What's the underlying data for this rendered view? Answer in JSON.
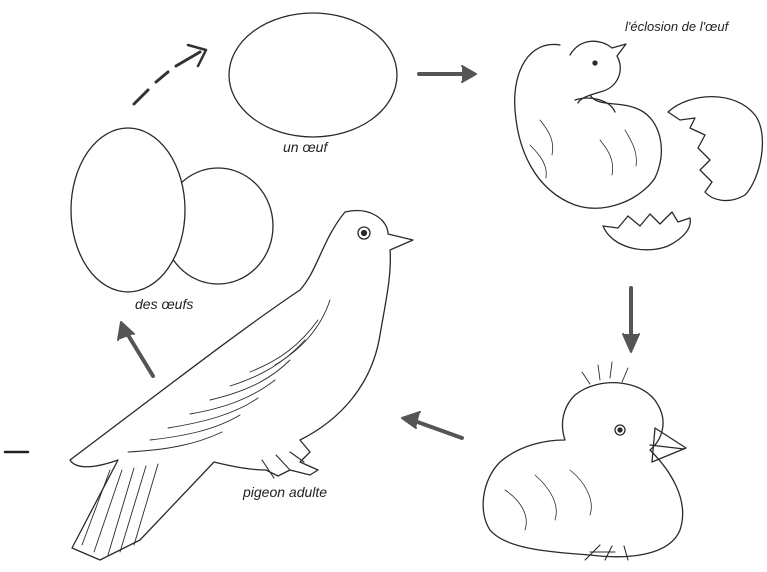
{
  "diagram": {
    "labels": {
      "egg": "un œuf",
      "hatching": "l'éclosion de l'œuf",
      "eggs": "des œufs",
      "adult_pigeon": "pigeon adulte"
    },
    "stroke_color": "#2a2a2a",
    "arrow_color": "#555555"
  }
}
